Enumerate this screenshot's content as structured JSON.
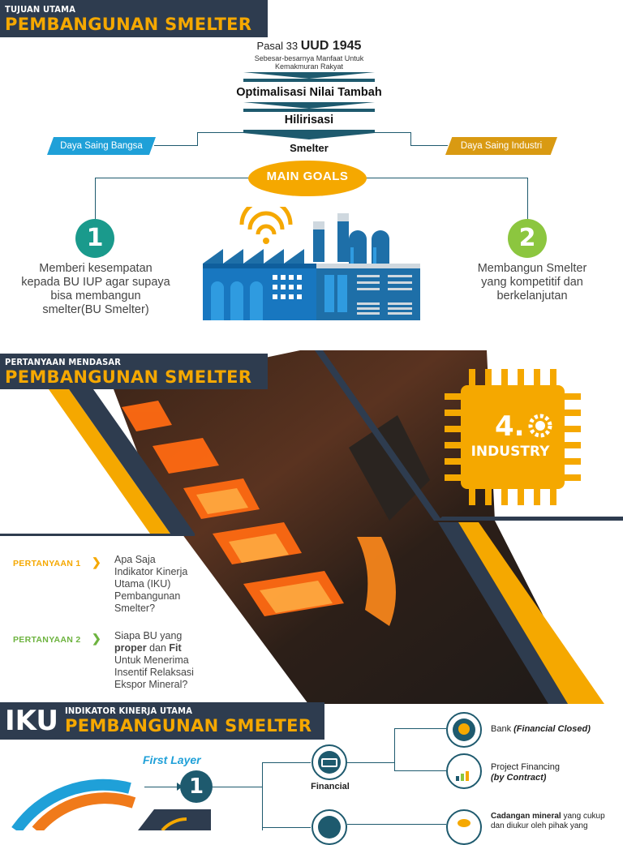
{
  "section1": {
    "header_small": "TUJUAN UTAMA",
    "header_big": "PEMBANGUNAN SMELTER",
    "pasal_prefix": "Pasal 33",
    "pasal_bold": "UUD 1945",
    "pasal_sub1": "Sebesar-besarnya Manfaat Untuk",
    "pasal_sub2": "Kemakmuran Rakyat",
    "step1": "Optimalisasi Nilai Tambah",
    "step2": "Hilirisasi",
    "step3": "Smelter",
    "tag_left": "Daya Saing Bangsa",
    "tag_right": "Daya Saing Industri",
    "main_goals": "MAIN GOALS",
    "goal1_num": "1",
    "goal1_text": [
      "Memberi kesempatan",
      "kepada BU IUP agar supaya",
      "bisa membangun",
      "smelter(BU Smelter)"
    ],
    "goal2_num": "2",
    "goal2_text": [
      "Membangun Smelter",
      "yang kompetitif dan",
      "berkelanjutan"
    ],
    "colors": {
      "teal": "#1e5a6e",
      "tag_blue": "#1fa0d8",
      "tag_gold": "#d99a12",
      "orange": "#f5a800",
      "green": "#8cc63f",
      "circle1": "#1a9a8c"
    }
  },
  "section2": {
    "header_small": "PERTANYAAN MENDASAR",
    "header_big": "PEMBANGUNAN SMELTER",
    "industry_num": "4.",
    "industry_label": "INDUSTRY",
    "q1_label": "PERTANYAAN 1",
    "q1_text": [
      "Apa Saja",
      "Indikator Kinerja",
      "Utama (IKU)",
      "Pembangunan",
      "Smelter?"
    ],
    "q2_label": "PERTANYAAN 2",
    "q2_line1": "Siapa BU yang",
    "q2_bold1": "proper",
    "q2_mid": " dan ",
    "q2_bold2": "Fit",
    "q2_rest": [
      "Untuk Menerima",
      "Insentif Relaksasi",
      "Ekspor Mineral?"
    ]
  },
  "section3": {
    "iku": "IKU",
    "header_small": "INDIKATOR KINERJA UTAMA",
    "header_big": "PEMBANGUNAN SMELTER",
    "first_layer": "First Layer",
    "layer_num": "1",
    "financial_label": "Financial",
    "bank_prefix": "Bank ",
    "bank_italic": "(Financial Closed)",
    "pf_line1": "Project Financing",
    "pf_line2": "(by Contract)",
    "cad_bold": "Cadangan mineral",
    "cad_rest1": " yang cukup",
    "cad_rest2": "dan diukur oleh pihak yang"
  }
}
